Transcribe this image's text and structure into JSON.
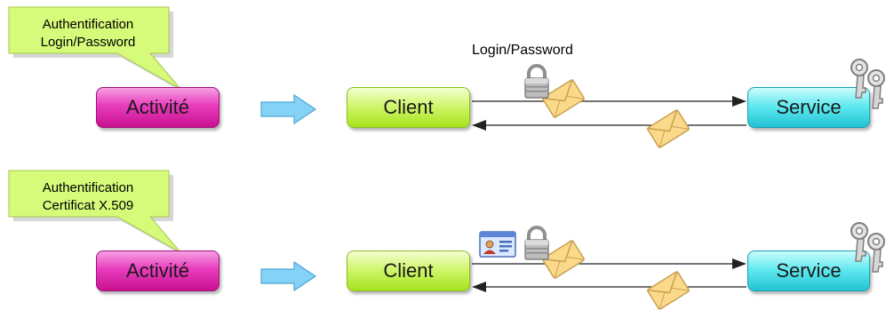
{
  "rows": [
    {
      "callout": [
        "Authentification",
        "Login/Password"
      ],
      "activite": "Activité",
      "client": "Client",
      "service": "Service",
      "protocol_label": "Login/Password",
      "credentials": [
        "lock-icon"
      ]
    },
    {
      "callout": [
        "Authentification",
        "Certificat X.509"
      ],
      "activite": "Activité",
      "client": "Client",
      "service": "Service",
      "protocol_label": "",
      "credentials": [
        "certificate-card-icon",
        "lock-icon"
      ]
    }
  ],
  "colors": {
    "callout": "#d6fb7a",
    "activite": "#e43bb9",
    "client": "#c3ef5a",
    "service": "#4fe0ea",
    "flow_arrow": "#86d2f6",
    "envelope": "#fbd98b",
    "lock": "#b8b8b8",
    "keys": "#c8c8c8"
  }
}
